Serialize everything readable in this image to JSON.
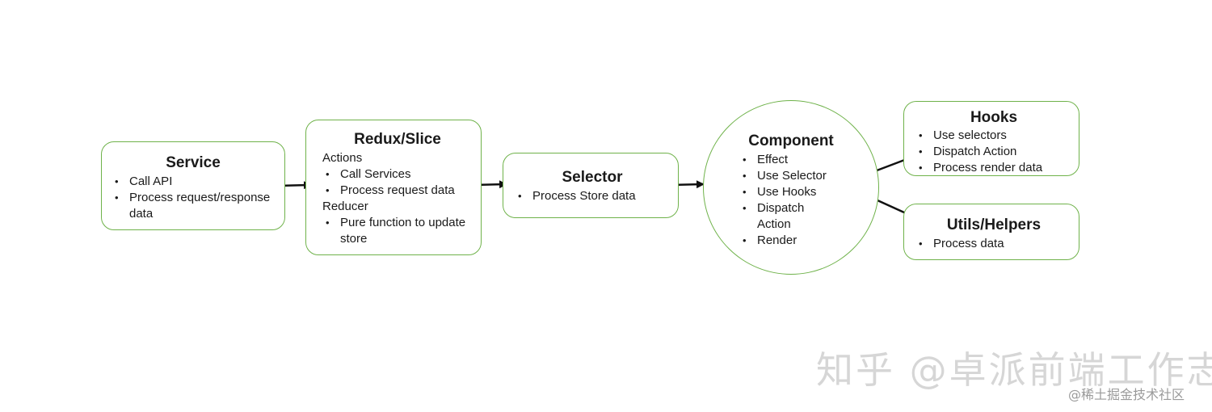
{
  "nodes": {
    "service": {
      "title": "Service",
      "bullets": [
        "Call API",
        "Process request/response data"
      ]
    },
    "redux": {
      "title": "Redux/Slice",
      "actions_label": "Actions",
      "actions": [
        "Call Services",
        "Process request data"
      ],
      "reducer_label": "Reducer",
      "reducer": [
        "Pure function to update store"
      ]
    },
    "selector": {
      "title": "Selector",
      "bullets": [
        "Process Store data"
      ]
    },
    "component": {
      "title": "Component",
      "bullets": [
        "Effect",
        "Use Selector",
        "Use Hooks",
        "Dispatch Action",
        "Render"
      ]
    },
    "hooks": {
      "title": "Hooks",
      "bullets": [
        "Use selectors",
        "Dispatch Action",
        "Process render data"
      ]
    },
    "utils": {
      "title": "Utils/Helpers",
      "bullets": [
        "Process data"
      ]
    }
  },
  "edges": [
    {
      "from": "Service",
      "to": "Redux/Slice"
    },
    {
      "from": "Redux/Slice",
      "to": "Selector"
    },
    {
      "from": "Selector",
      "to": "Component"
    },
    {
      "from": "Hooks",
      "to": "Component"
    },
    {
      "from": "Utils/Helpers",
      "to": "Component"
    }
  ],
  "colors": {
    "border": "#6fb24a",
    "arrow": "#111111",
    "watermark": "#d6d6d6"
  },
  "watermark": {
    "main": "知乎 @卓派前端工作志",
    "small": "@稀土掘金技术社区"
  }
}
